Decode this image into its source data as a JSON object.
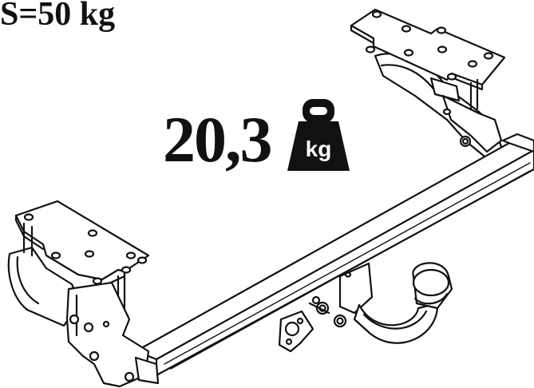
{
  "product": {
    "vertical_load": "S=50 kg",
    "weight_value": "20,3",
    "weight_unit": "kg"
  },
  "icons": [
    "weight-icon",
    "towbar-drawing"
  ]
}
